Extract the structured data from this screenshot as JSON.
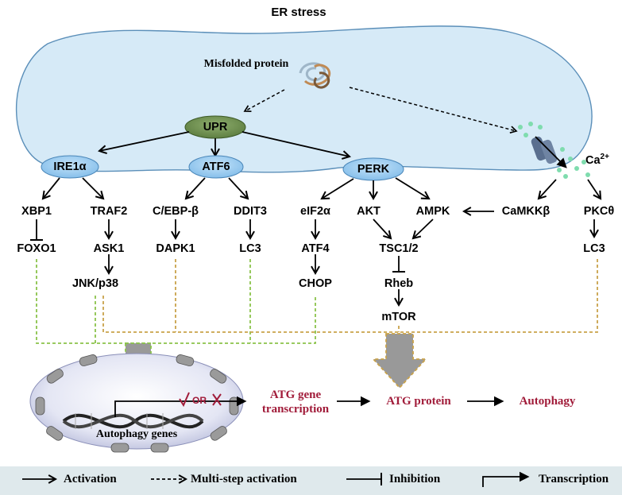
{
  "title": "ER stress",
  "misfolded": "Misfolded protein",
  "upr": "UPR",
  "sensors": {
    "ire1": "IRE1α",
    "atf6": "ATF6",
    "perk": "PERK"
  },
  "calcium": {
    "ion": "Ca",
    "charge": "2+"
  },
  "nodes": {
    "xbp1": "XBP1",
    "traf2": "TRAF2",
    "cebpb": "C/EBP-β",
    "ddit3": "DDIT3",
    "eif2a": "eIF2α",
    "akt": "AKT",
    "ampk": "AMPK",
    "camkkb": "CaMKKβ",
    "pkct": "PKCθ",
    "foxo1": "FOXO1",
    "ask1": "ASK1",
    "dapk1": "DAPK1",
    "lc3_a": "LC3",
    "atf4": "ATF4",
    "tsc": "TSC1/2",
    "lc3_b": "LC3",
    "jnk": "JNK/p38",
    "chop": "CHOP",
    "rheb": "Rheb",
    "mtor": "mTOR"
  },
  "nucleus": {
    "or_text": "OR",
    "genes": "Autophagy genes"
  },
  "outputs": {
    "atg_gene_1": "ATG gene",
    "atg_gene_2": "transcription",
    "atg_protein": "ATG protein",
    "autophagy": "Autophagy"
  },
  "legend": {
    "activation": "Activation",
    "multistep": "Multi-step activation",
    "inhibition": "Inhibition",
    "transcription": "Transcription"
  },
  "colors": {
    "er": "#d6eaf7",
    "er_stroke": "#5b8fb9",
    "sensor": "#9ecdf0",
    "upr": "#6b8e4e",
    "green_dash": "#8bc34a",
    "orange_dash": "#c9a24a",
    "red_text": "#a11c3a",
    "legend_bg": "#dfe9ec"
  }
}
